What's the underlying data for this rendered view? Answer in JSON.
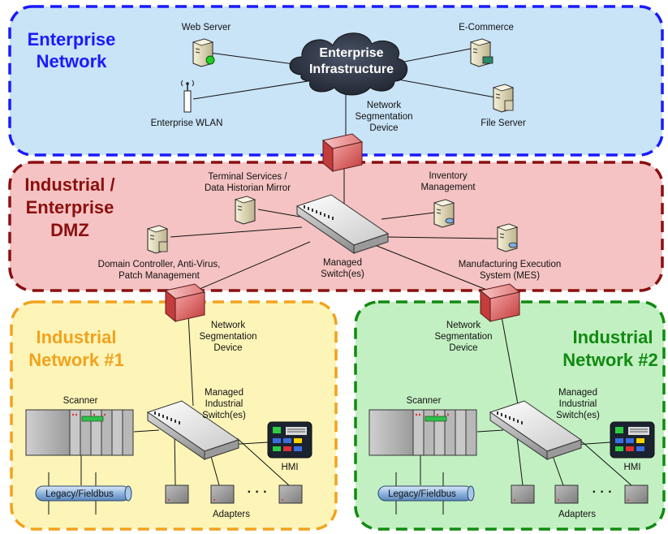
{
  "colors": {
    "enterprise_border": "#1a1aff",
    "enterprise_fill": "#c9e3f7",
    "enterprise_title": "#1a1aff",
    "dmz_border": "#8b0f0f",
    "dmz_fill": "#f5c3c3",
    "dmz_title": "#8b0f0f",
    "net1_border": "#f2a21e",
    "net1_fill": "#fdf5b8",
    "net1_title": "#f2a21e",
    "net2_border": "#118a11",
    "net2_fill": "#c2f0c2",
    "net2_title": "#118a11",
    "cloud": "#2d3340",
    "firewall": "#e05a5a",
    "line": "#111111"
  },
  "zones": {
    "enterprise": {
      "title_line1": "Enterprise",
      "title_line2": "Network"
    },
    "dmz": {
      "title_line1": "Industrial /",
      "title_line2": "Enterprise",
      "title_line3": "DMZ"
    },
    "net1": {
      "title_line1": "Industrial",
      "title_line2": "Network #1"
    },
    "net2": {
      "title_line1": "Industrial",
      "title_line2": "Network #2"
    }
  },
  "enterprise": {
    "cloud_line1": "Enterprise",
    "cloud_line2": "Infrastructure",
    "web_server": "Web Server",
    "ecommerce": "E-Commerce",
    "wlan": "Enterprise WLAN",
    "file_server": "File Server",
    "seg_line1": "Network",
    "seg_line2": "Segmentation",
    "seg_line3": "Device"
  },
  "dmz": {
    "terminal_line1": "Terminal Services /",
    "terminal_line2": "Data Historian Mirror",
    "inventory_line1": "Inventory",
    "inventory_line2": "Management",
    "domain_line1": "Domain Controller, Anti-Virus,",
    "domain_line2": "Patch Management",
    "switch_line1": "Managed",
    "switch_line2": "Switch(es)",
    "mes_line1": "Manufacturing Execution",
    "mes_line2": "System (MES)"
  },
  "net1": {
    "seg_line1": "Network",
    "seg_line2": "Segmentation",
    "seg_line3": "Device",
    "scanner": "Scanner",
    "switch_line1": "Managed",
    "switch_line2": "Industrial",
    "switch_line3": "Switch(es)",
    "hmi": "HMI",
    "fieldbus": "Legacy/Fieldbus",
    "adapters": "Adapters",
    "ellipsis": "· · ·"
  },
  "net2": {
    "seg_line1": "Network",
    "seg_line2": "Segmentation",
    "seg_line3": "Device",
    "scanner": "Scanner",
    "switch_line1": "Managed",
    "switch_line2": "Industrial",
    "switch_line3": "Switch(es)",
    "hmi": "HMI",
    "fieldbus": "Legacy/Fieldbus",
    "adapters": "Adapters",
    "ellipsis": "· · ·"
  },
  "icons": {
    "server": "server-icon",
    "wlan": "wireless-access-point-icon",
    "cloud": "cloud-icon",
    "firewall": "firewall-icon",
    "switch": "switch-icon",
    "scanner": "scanner-rack-icon",
    "hmi": "hmi-panel-icon",
    "adapter": "adapter-icon",
    "fieldbus": "fieldbus-cable-icon"
  }
}
